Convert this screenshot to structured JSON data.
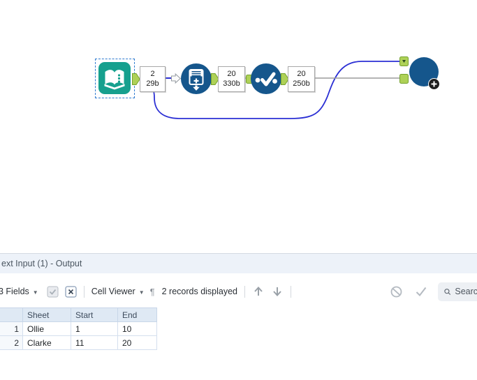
{
  "canvas": {
    "tools": [
      {
        "name": "text-input-tool",
        "icon": "open-book-icon",
        "selected": true
      },
      {
        "name": "generate-rows-tool",
        "icon": "document-plus-arrow-icon",
        "selected": false
      },
      {
        "name": "select-tool",
        "icon": "checkmark-dots-icon",
        "selected": false
      },
      {
        "name": "output-tool",
        "icon": "solid-circle-plus-icon",
        "selected": false
      }
    ],
    "badges": [
      {
        "records": "2",
        "bytes": "29b"
      },
      {
        "records": "20",
        "bytes": "330b"
      },
      {
        "records": "20",
        "bytes": "250b"
      }
    ],
    "colors": {
      "tool_teal": "#16a08e",
      "tool_blue": "#15568c",
      "anchor_green": "#aed157",
      "anchor_green_border": "#75a22e",
      "wire_selected_blue": "#2b2fd4",
      "wire_gray": "#9b9b9b",
      "selection_border": "#2e7ad0"
    }
  },
  "results_panel": {
    "title": "ext Input (1) - Output",
    "toolbar": {
      "fields": "3 Fields",
      "cell_viewer": "Cell Viewer",
      "records_displayed": "2 records displayed",
      "pilcrow": "¶",
      "search": "Search"
    },
    "table": {
      "headers": [
        "",
        "Sheet",
        "Start",
        "End"
      ],
      "rows": [
        [
          "1",
          "Ollie",
          "1",
          "10"
        ],
        [
          "2",
          "Clarke",
          "11",
          "20"
        ]
      ]
    },
    "colors": {
      "title_bar_bg": "#edf2f9",
      "table_header_bg": "#dfe9f4",
      "table_border": "#c8d6e8"
    }
  }
}
